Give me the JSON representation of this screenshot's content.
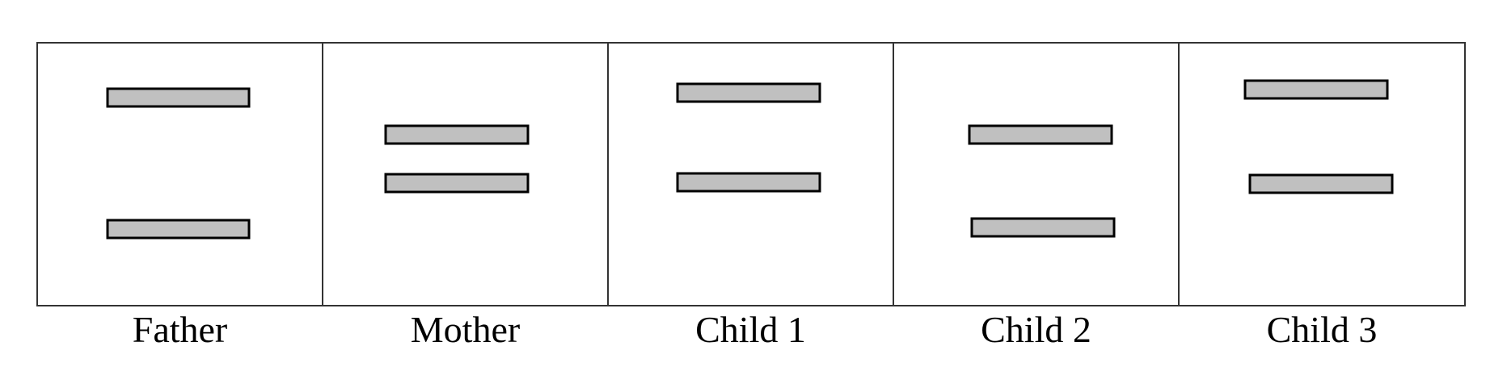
{
  "lanes": [
    {
      "label": "Father",
      "band_count": 2
    },
    {
      "label": "Mother",
      "band_count": 2
    },
    {
      "label": "Child 1",
      "band_count": 2
    },
    {
      "label": "Child 2",
      "band_count": 2
    },
    {
      "label": "Child 3",
      "band_count": 2
    }
  ],
  "colors": {
    "band_fill": "#c0c0c0",
    "band_outline": "#000000",
    "frame_outline": "#333333"
  }
}
